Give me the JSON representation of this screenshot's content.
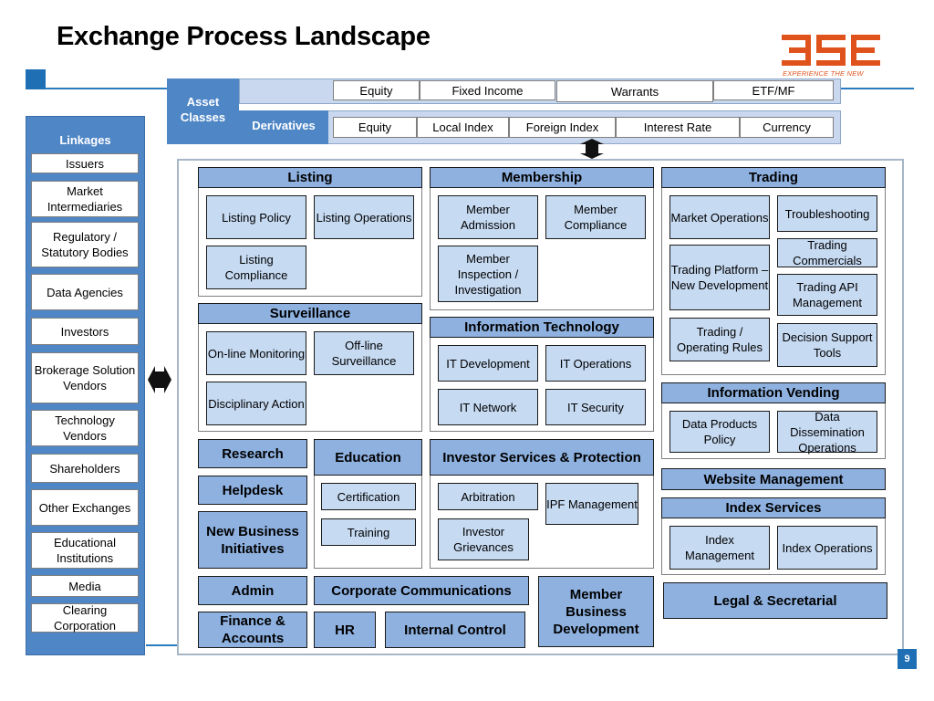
{
  "title": "Exchange Process Landscape",
  "logo": {
    "name": "BSE",
    "tagline": "EXPERIENCE THE NEW",
    "color": "#e0521c"
  },
  "page_number": "9",
  "asset_classes": {
    "label": "Asset Classes",
    "top_row": [
      "Equity",
      "Fixed Income",
      "Warrants",
      "ETF/MF"
    ],
    "derivatives_label": "Derivatives",
    "derivatives": [
      "Equity",
      "Local Index",
      "Foreign Index",
      "Interest Rate",
      "Currency"
    ]
  },
  "linkages": {
    "title": "Linkages",
    "items": [
      "Issuers",
      "Market Intermediaries",
      "Regulatory / Statutory Bodies",
      "Data Agencies",
      "Investors",
      "Brokerage Solution Vendors",
      "Technology Vendors",
      "Shareholders",
      "Other Exchanges",
      "Educational Institutions",
      "Media",
      "Clearing Corporation"
    ]
  },
  "listing": {
    "header": "Listing",
    "boxes": [
      "Listing Policy",
      "Listing Operations",
      "Listing Compliance"
    ]
  },
  "membership": {
    "header": "Membership",
    "boxes": [
      "Member Admission",
      "Member Compliance",
      "Member Inspection / Investigation"
    ]
  },
  "trading": {
    "header": "Trading",
    "boxes": [
      "Market Operations",
      "Troubleshooting",
      "Trading Platform – New Development",
      "Trading Commercials",
      "Trading API Management",
      "Trading / Operating Rules",
      "Decision Support Tools"
    ]
  },
  "surveillance": {
    "header": "Surveillance",
    "boxes": [
      "On-line Monitoring",
      "Off-line Surveillance",
      "Disciplinary Action"
    ]
  },
  "it": {
    "header": "Information Technology",
    "boxes": [
      "IT Development",
      "IT Operations",
      "IT Network",
      "IT Security"
    ]
  },
  "info_vending": {
    "header": "Information Vending",
    "boxes": [
      "Data Products Policy",
      "Data Dissemination Operations"
    ]
  },
  "research": "Research",
  "helpdesk": "Helpdesk",
  "new_business": "New Business Initiatives",
  "education": {
    "header": "Education",
    "boxes": [
      "Certification",
      "Training"
    ]
  },
  "investor_services": {
    "header": "Investor Services & Protection",
    "boxes": [
      "Arbitration",
      "IPF Management",
      "Investor Grievances"
    ]
  },
  "website": "Website Management",
  "index_services": {
    "header": "Index Services",
    "boxes": [
      "Index Management",
      "Index Operations"
    ]
  },
  "admin": "Admin",
  "corp_comm": "Corporate Communications",
  "member_bd": "Member Business Development",
  "legal": "Legal & Secretarial",
  "finance": "Finance & Accounts",
  "hr": "HR",
  "internal_control": "Internal Control"
}
